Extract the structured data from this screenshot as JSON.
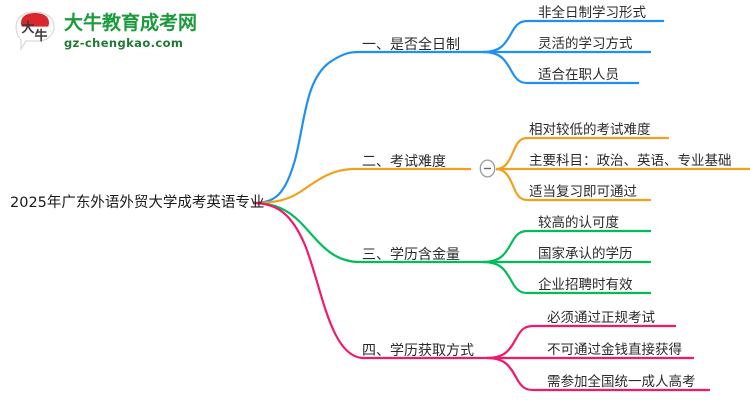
{
  "logo": {
    "mark_text_top": "大",
    "mark_text_bottom": "牛",
    "title": "大牛教育成考网",
    "subtitle": "gz-chengkao.com",
    "brand_green": "#1a9b3c",
    "brand_red": "#d9272e"
  },
  "mindmap": {
    "root": {
      "label": "2025年广东外语外贸大学成考英语专业"
    },
    "branches": [
      {
        "label": "一、是否全日制",
        "color": "#1e90f0",
        "collapsed_toggle": false,
        "children": [
          {
            "label": "非全日制学习形式"
          },
          {
            "label": "灵活的学习方式"
          },
          {
            "label": "适合在职人员"
          }
        ]
      },
      {
        "label": "二、考试难度",
        "color": "#f0a21e",
        "collapsed_toggle": true,
        "toggle_icon": "minus-circle-icon",
        "children": [
          {
            "label": "相对较低的考试难度"
          },
          {
            "label": "主要科目：政治、英语、专业基础"
          },
          {
            "label": "适当复习即可通过"
          }
        ]
      },
      {
        "label": "三、学历含金量",
        "color": "#00bd5a",
        "collapsed_toggle": false,
        "children": [
          {
            "label": "较高的认可度"
          },
          {
            "label": "国家承认的学历"
          },
          {
            "label": "企业招聘时有效"
          }
        ]
      },
      {
        "label": "四、学历获取方式",
        "color": "#f0196e",
        "collapsed_toggle": false,
        "children": [
          {
            "label": "必须通过正规考试"
          },
          {
            "label": "不可通过金钱直接获得"
          },
          {
            "label": "需参加全国统一成人高考"
          }
        ]
      }
    ]
  }
}
